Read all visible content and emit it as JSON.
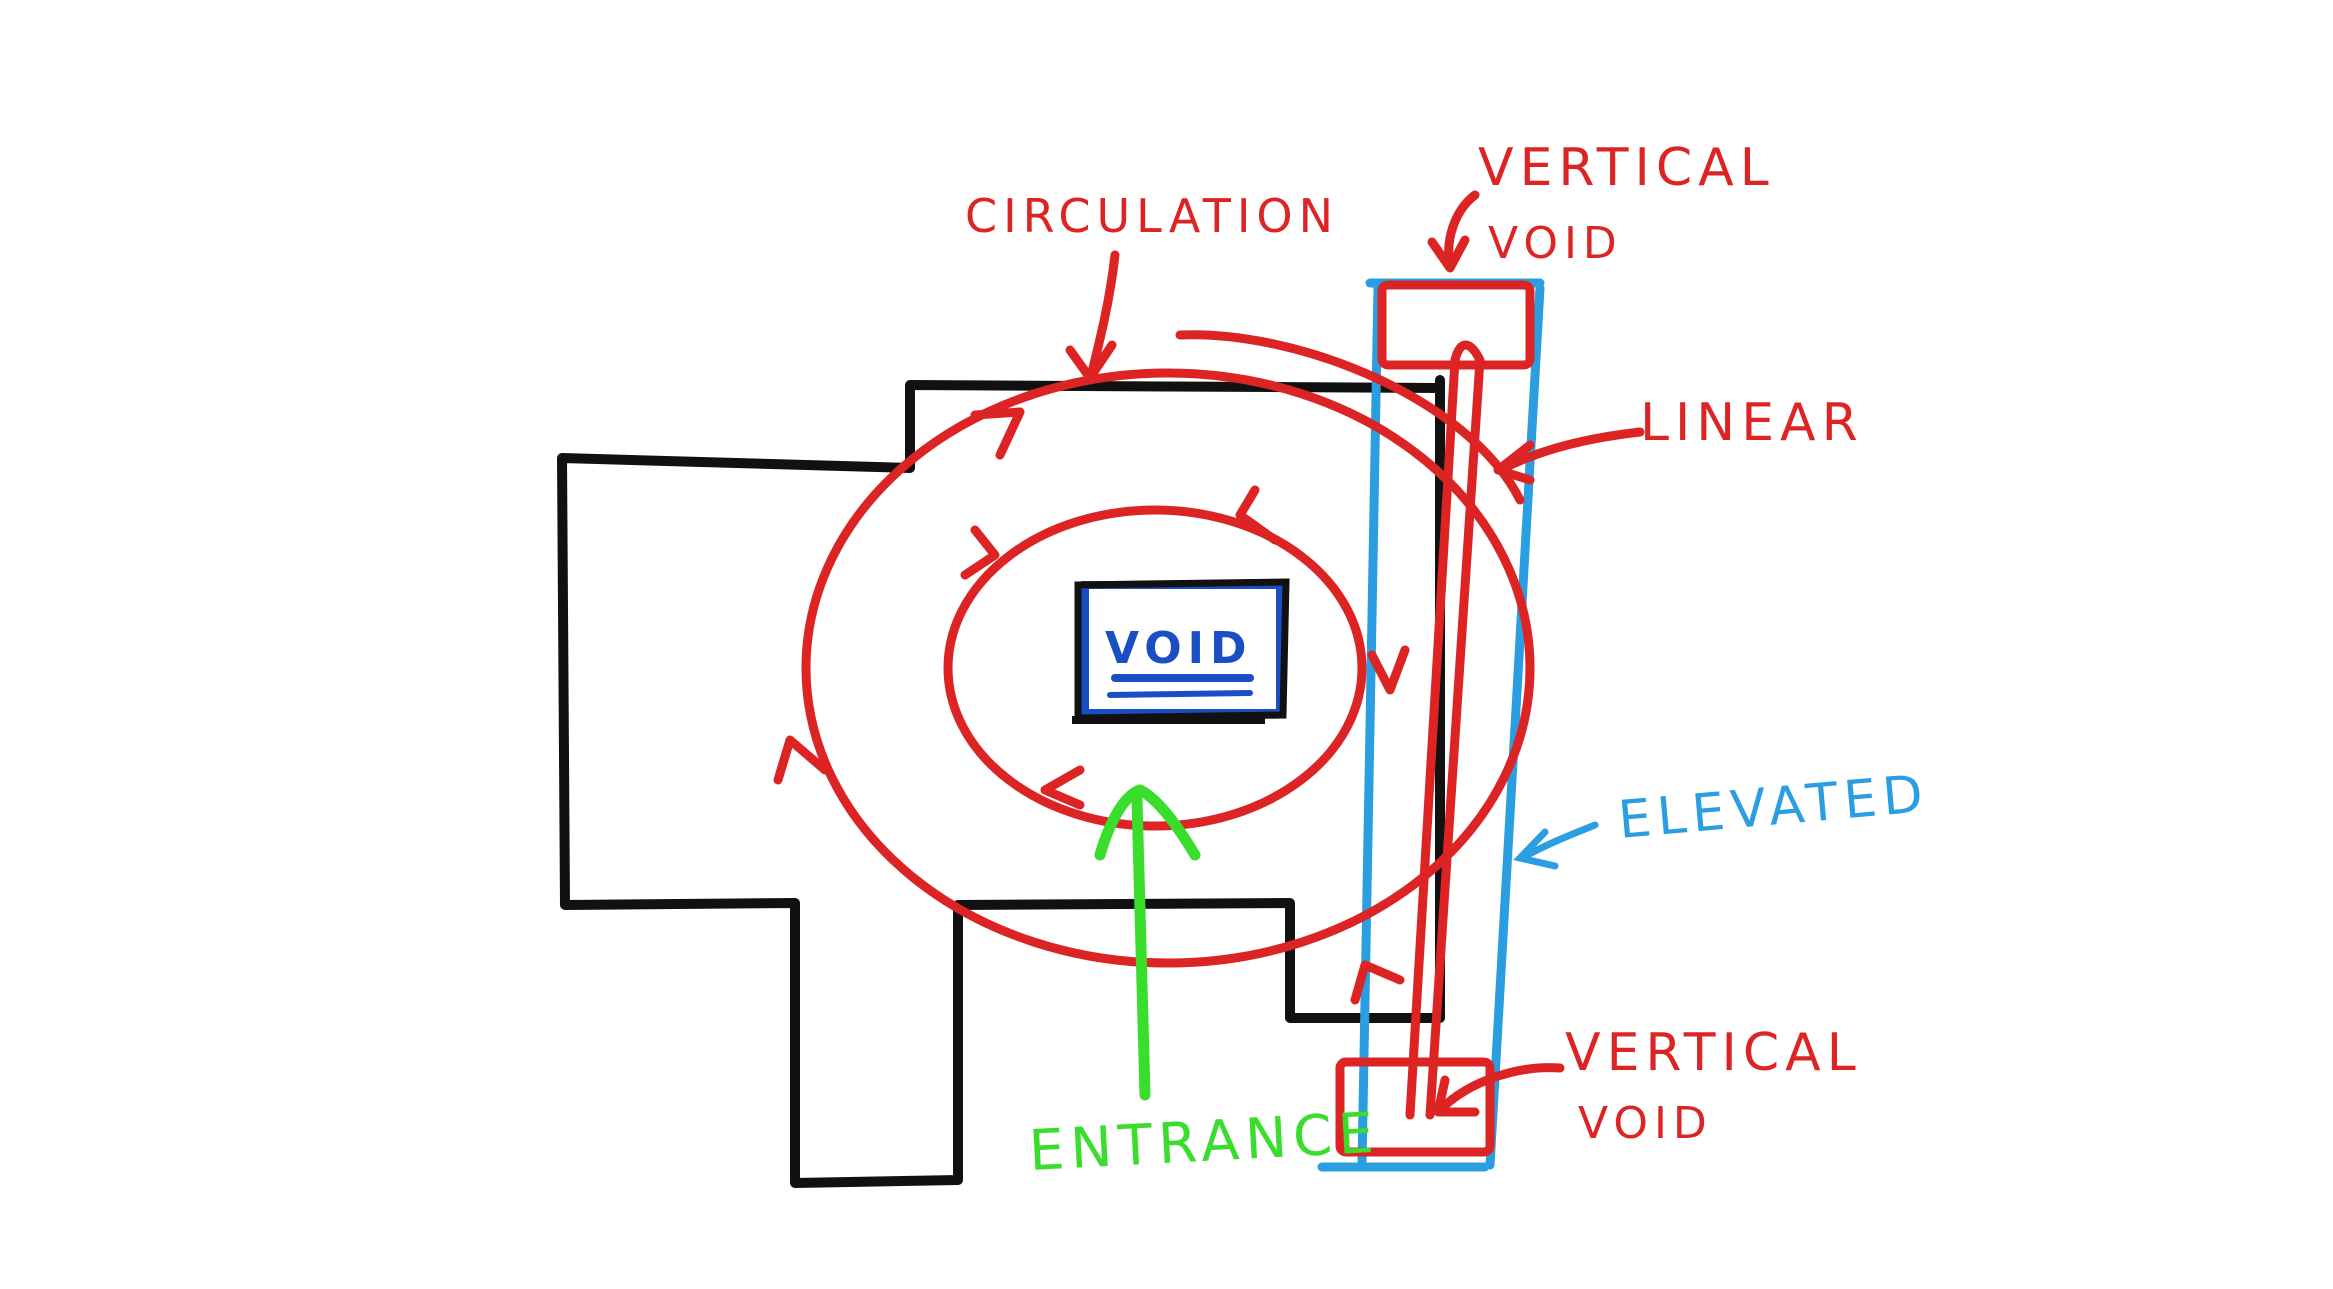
{
  "labels": {
    "circulation": "CIRCULATION",
    "vertical_void_top_line1": "VERTICAL",
    "vertical_void_top_line2": "VOID",
    "linear": "LINEAR",
    "void_center": "VOID",
    "elevated": "ELEVATED",
    "vertical_void_bottom_line1": "VERTICAL",
    "vertical_void_bottom_line2": "VOID",
    "entrance": "ENTRANCE"
  },
  "colors": {
    "background": "#ffffff",
    "plan_outline": "#111111",
    "circulation": "#dd2424",
    "elevated": "#2a9ee0",
    "void_box": "#1a4fc4",
    "entrance": "#3bdd2d"
  }
}
